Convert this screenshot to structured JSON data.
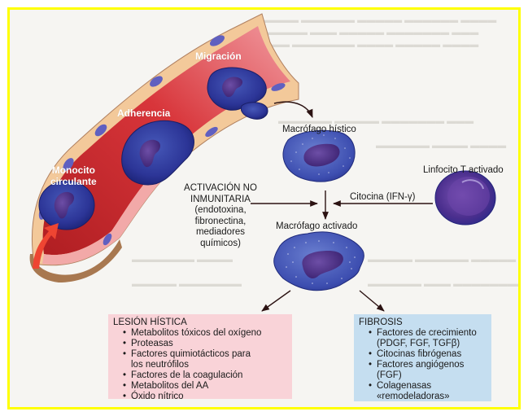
{
  "diagram": {
    "frame_color": "#ffff00",
    "vessel_labels": {
      "monocyte": [
        "Monocito",
        "circulante"
      ],
      "adhesion": "Adherencia",
      "migration": "Migración"
    },
    "tissue_macrophage_label": "Macrófago hístico",
    "activated_t_label": "Linfocito T activado",
    "cytokine_label": "Citocina (IFN-γ)",
    "non_immune_activation": {
      "title_lines": [
        "ACTIVACIÓN NO",
        "INMUNITARIA"
      ],
      "detail_lines": [
        "(endotoxina,",
        "fibronectina,",
        "mediadores",
        "químicos)"
      ]
    },
    "activated_macrophage_label": "Macrófago activado",
    "tissue_injury": {
      "title": "LESIÓN HÍSTICA",
      "color": "#f9d3d8",
      "items": [
        "Metabolitos tóxicos del oxígeno",
        "Proteasas",
        "Factores quimiotácticos para los neutrófilos",
        "Factores de la coagulación",
        "Metabolitos del AA",
        "Óxido nítrico"
      ]
    },
    "fibrosis": {
      "title": "FIBROSIS",
      "color": "#c5def0",
      "items": [
        "Factores de crecimiento (PDGF, FGF, TGFβ)",
        "Citocinas fibrógenas",
        "Factores angiógenos (FGF)",
        "Colagenasas «remodeladoras»"
      ]
    }
  }
}
